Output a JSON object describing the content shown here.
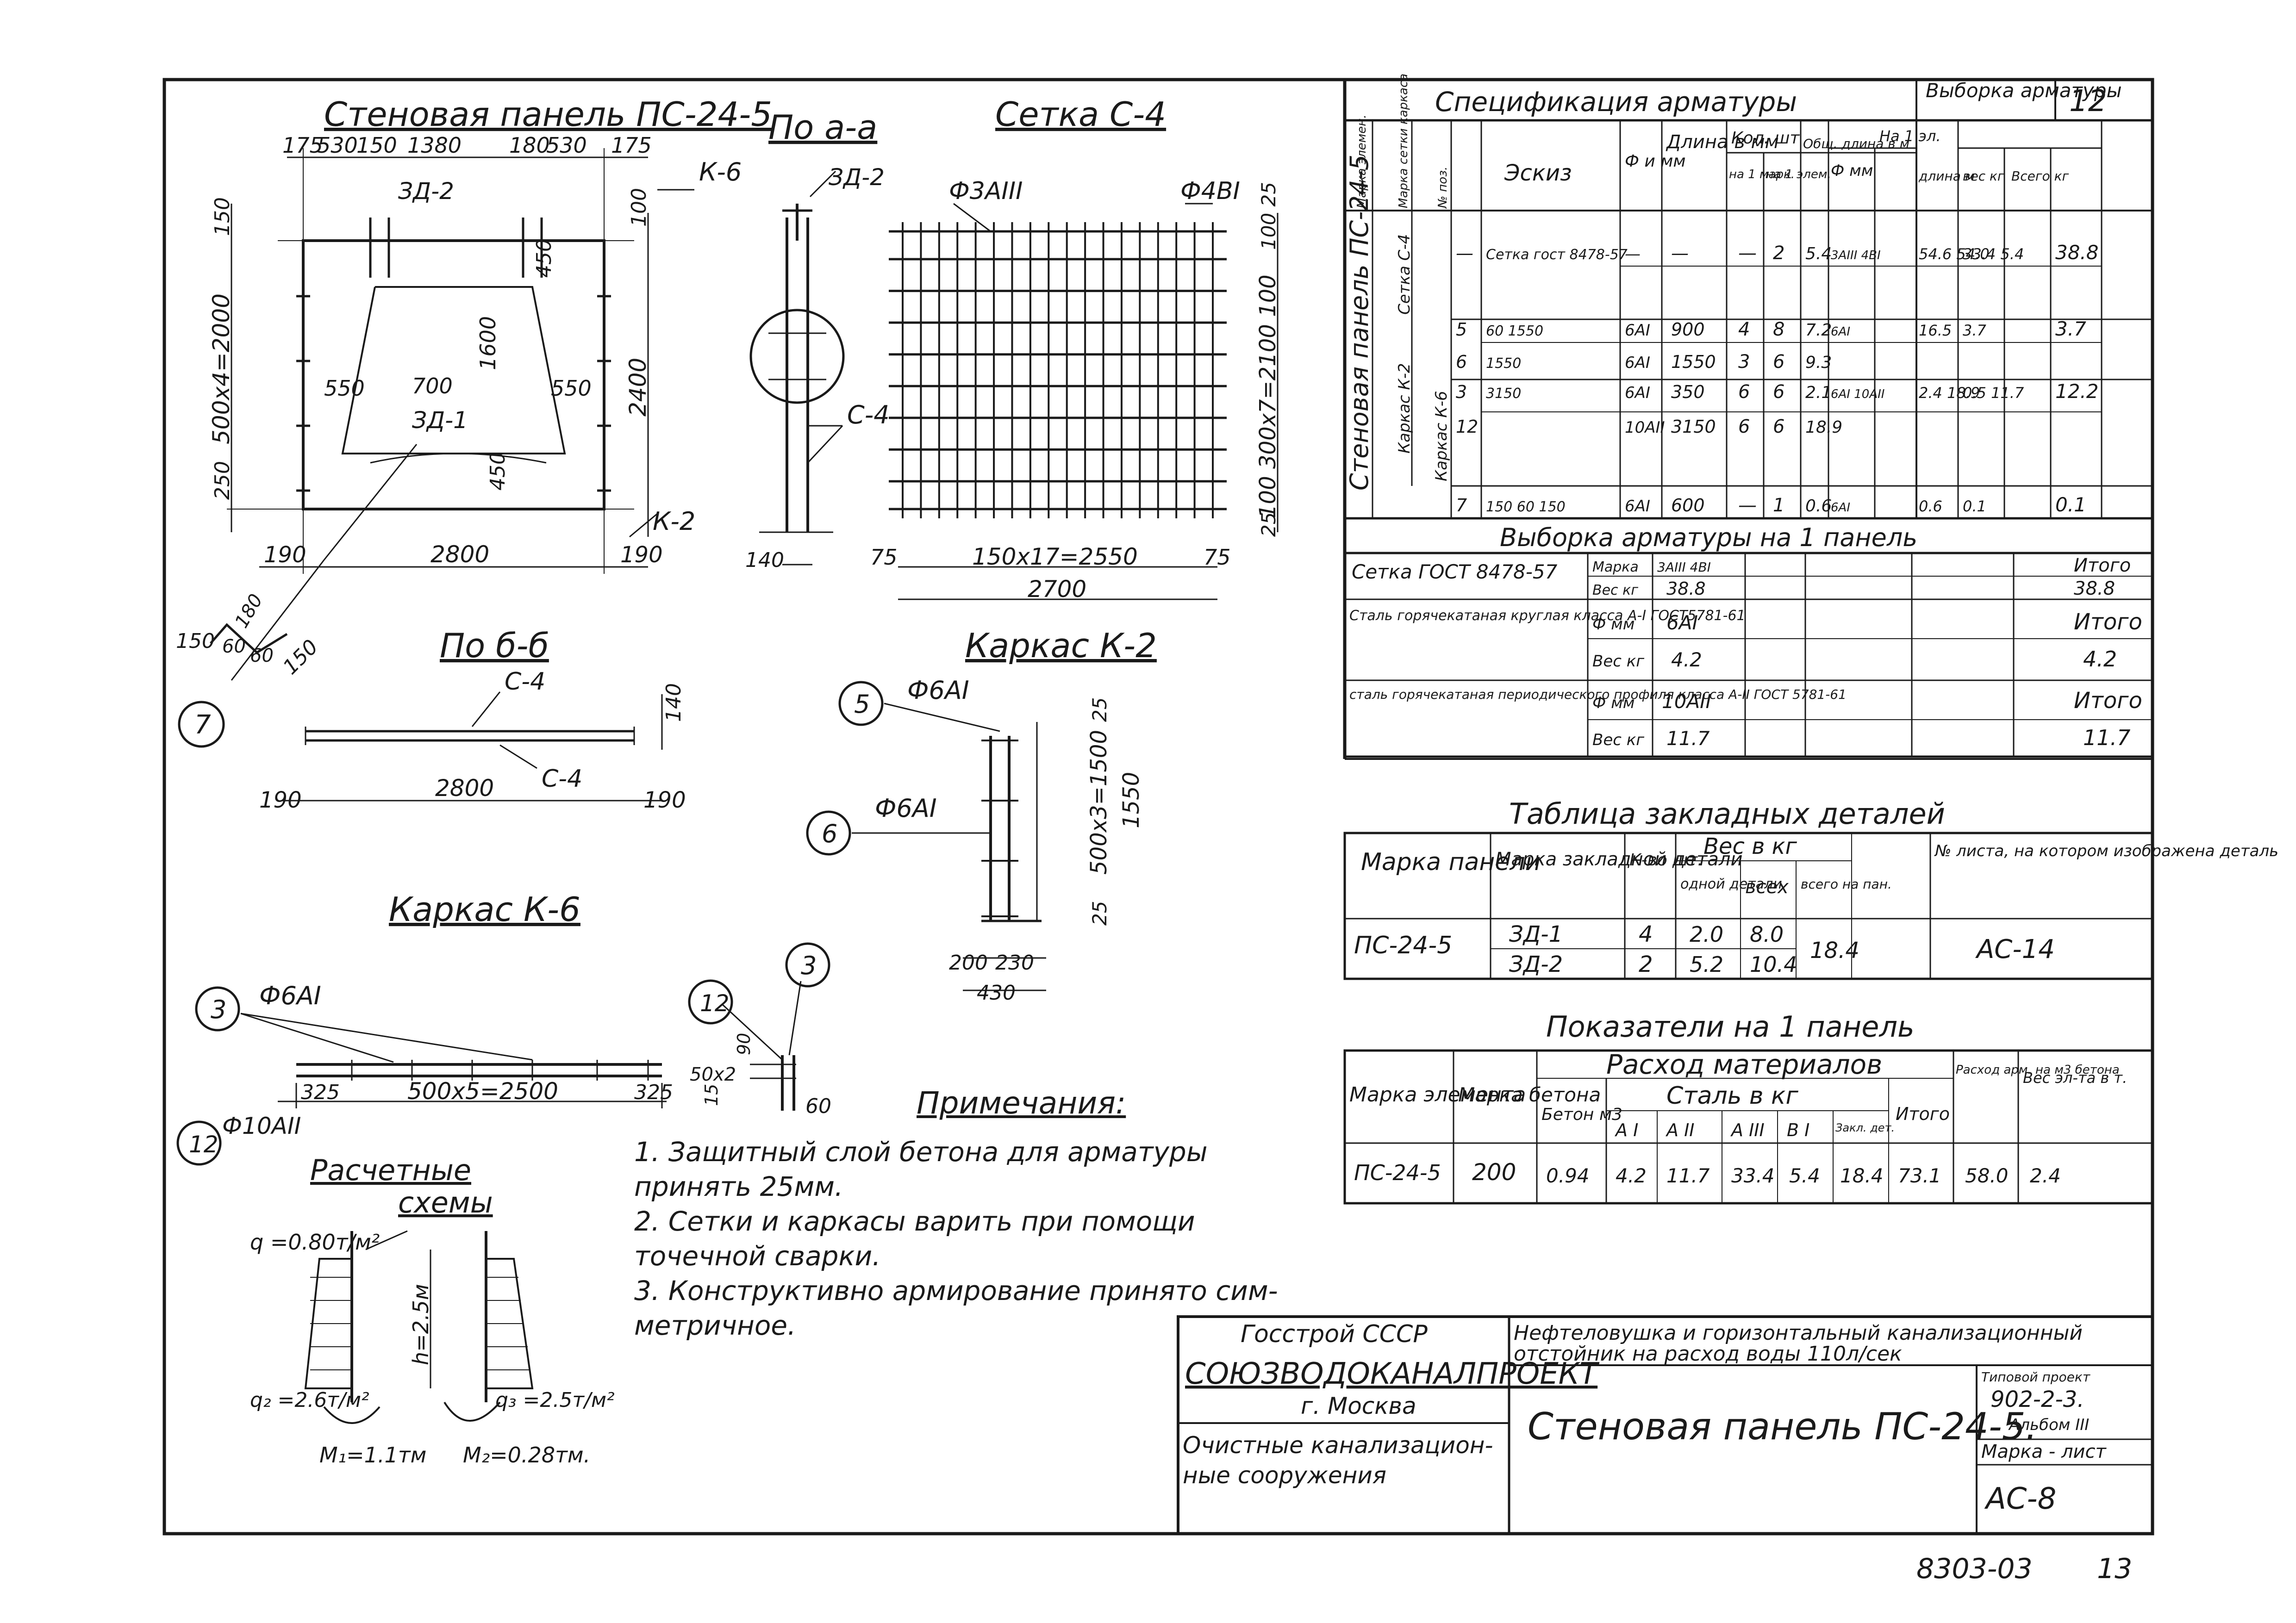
{
  "panel_view": {
    "title": "Стеновая панель ПС-24-5",
    "top_dims": [
      "175",
      "530",
      "150",
      "1380",
      "180",
      "530",
      "175"
    ],
    "labels": {
      "zd2": "ЗД-2",
      "k6": "К-6",
      "zd1": "ЗД-1",
      "k2": "К-2"
    },
    "inner_dims": {
      "d450a": "450",
      "d1600": "1600",
      "d550l": "550",
      "d700": "700",
      "d550r": "550",
      "d450b": "450"
    },
    "left_dims": {
      "d150": "150",
      "d500x4": "500х4=2000",
      "d250": "250"
    },
    "right_dims": {
      "d100": "100",
      "d2400": "2400"
    },
    "bottom_dims": {
      "d190l": "190",
      "d2800": "2800",
      "d190r": "190"
    },
    "hook_dims": {
      "a": "150",
      "b": "180",
      "c": "60",
      "d": "60",
      "e": "150"
    },
    "mark7": "7"
  },
  "section_aa": {
    "title": "По а-а",
    "zd2": "ЗД-2",
    "c4": "С-4",
    "d140": "140"
  },
  "mesh_c4": {
    "title": "Сетка С-4",
    "bar_left": "Ф3АIII",
    "bar_right": "Ф4ВI",
    "right_top": "100 25",
    "right_mid": "100 300х7=2100 100",
    "right_bot": "25",
    "d75l": "75",
    "d150x17": "150х17=2550",
    "d75r": "75",
    "d2700": "2700"
  },
  "section_bb": {
    "title": "По б-б",
    "c4a": "С-4",
    "c4b": "С-4",
    "d140": "140",
    "d190l": "190",
    "d2800": "2800",
    "d190r": "190"
  },
  "frame_k2": {
    "title": "Каркас К-2",
    "m5": "5",
    "m6": "6",
    "bar5": "Ф6АI",
    "bar6": "Ф6АI",
    "d25t": "25",
    "d500x3": "500х3=1500",
    "d1550": "1550",
    "d25b": "25",
    "d200": "200",
    "d230": "230",
    "d430": "430"
  },
  "frame_k6": {
    "title": "Каркас К-6",
    "m3": "3",
    "m12": "12",
    "bar3": "Ф6АI",
    "bar12": "Ф10АII",
    "d325l": "325",
    "d500x5": "500х5=2500",
    "d325r": "325",
    "m12b": "12",
    "m3b": "3",
    "d50x2": "50х2",
    "d90": "90",
    "d15": "15",
    "d60": "60"
  },
  "calc": {
    "title_a": "Расчетные",
    "title_b": "схемы",
    "q": "q =0.80т/м²",
    "h": "h=2.5м",
    "q2": "q₂ =2.6т/м²",
    "q3": "q₃ =2.5т/м²",
    "m1": "M₁=1.1тм",
    "m2": "M₂=0.28тм."
  },
  "notes": {
    "heading": "Примечания:",
    "lines": [
      "1. Защитный слой бетона для арматуры",
      "принять 25мм.",
      "2. Сетки и каркасы варить при помощи",
      "точечной сварки.",
      "3. Конструктивно армирование принято сим-",
      "метричное."
    ]
  },
  "spec": {
    "title": "Спецификация арматуры",
    "viborka_title": "Выборка арматуры",
    "viborka_num": "12",
    "headers": {
      "c1": "Марка элемен.",
      "c2": "Марка сетки каркаса",
      "c3": "№ поз.",
      "eskiz": "Эскиз",
      "phi": "Ф и мм",
      "len": "Длина в мм",
      "kol": "Кол. шт",
      "kol1": "на 1 марк.",
      "kol2": "на 1 элем.",
      "obsh": "Общ. длина в м",
      "vphi": "Ф мм",
      "na1": "На 1 эл.",
      "dlina": "длина м",
      "ves": "вес кг",
      "vsego": "Всего кг"
    },
    "elem": "Стеновая панель ПС-24-5",
    "grp1": "Сетка С-4",
    "grp2": "Каркас К-2",
    "grp3": "Каркас К-6",
    "rows": [
      {
        "pos": "—",
        "sketch": "Сетка гост 8478-57",
        "phi": "—",
        "len": "—",
        "k1": "—",
        "k2": "2",
        "obsh": "5.4",
        "vphi": "3АIII 4ВI",
        "dl": "54.6 54.0",
        "ves": "33.4 5.4",
        "vsego": "38.8"
      },
      {
        "pos": "5",
        "sketch": "60 1550",
        "phi": "6АI",
        "len": "900",
        "k1": "4",
        "k2": "8",
        "obsh": "7.2",
        "vphi": "6АI",
        "dl": "16.5",
        "ves": "3.7",
        "vsego": "3.7"
      },
      {
        "pos": "6",
        "sketch": "1550",
        "phi": "6АI",
        "len": "1550",
        "k1": "3",
        "k2": "6",
        "obsh": "9.3",
        "vphi": "",
        "dl": "",
        "ves": "",
        "vsego": ""
      },
      {
        "pos": "3",
        "sketch": "3150",
        "phi": "6АI",
        "len": "350",
        "k1": "6",
        "k2": "6",
        "obsh": "2.1",
        "vphi": "6АI 10АII",
        "dl": "2.4 18.9",
        "ves": "0.5 11.7",
        "vsego": "12.2"
      },
      {
        "pos": "12",
        "sketch": "",
        "phi": "10АII",
        "len": "3150",
        "k1": "6",
        "k2": "6",
        "obsh": "18.9",
        "vphi": "",
        "dl": "",
        "ves": "",
        "vsego": ""
      },
      {
        "pos": "7",
        "sketch": "150 60 150",
        "phi": "6АI",
        "len": "600",
        "k1": "—",
        "k2": "1",
        "obsh": "0.6",
        "vphi": "6АI",
        "dl": "0.6",
        "ves": "0.1",
        "vsego": "0.1"
      }
    ]
  },
  "viborka": {
    "title": "Выборка арматуры на 1 панель",
    "r1": {
      "name": "Сетка ГОСТ 8478-57",
      "k1": "Марка",
      "v1": "3АIII 4ВI",
      "k2": "Вес кг",
      "v2": "38.8",
      "itogo": "Итого",
      "total": "38.8"
    },
    "r2": {
      "name": "Сталь горячекатаная круглая класса А-I ГОСТ5781-61",
      "k1": "Ф мм",
      "v1": "6АI",
      "k2": "Вес кг",
      "v2": "4.2",
      "itogo": "Итого",
      "total": "4.2"
    },
    "r3": {
      "name": "сталь горячекатаная периодического профиля класса А-II ГОСТ 5781-61",
      "k1": "Ф мм",
      "v1": "10АII",
      "k2": "Вес кг",
      "v2": "11.7",
      "itogo": "Итого",
      "total": "11.7"
    }
  },
  "zakladnye": {
    "title": "Таблица закладных деталей",
    "h_mark": "Марка панели",
    "h_mdet": "Марка закладной детали",
    "h_kvo": "К-во шт.",
    "h_ves": "Вес в кг",
    "h_odna": "одной детали",
    "h_vseh": "всех",
    "h_vsego": "всего на пан.",
    "h_list": "№ листа, на котором изображена деталь",
    "panel": "ПС-24-5",
    "rows": [
      {
        "det": "ЗД-1",
        "k": "4",
        "one": "2.0",
        "all": "8.0"
      },
      {
        "det": "ЗД-2",
        "k": "2",
        "one": "5.2",
        "all": "10.4"
      }
    ],
    "total": "18.4",
    "list": "АС-14"
  },
  "pokazateli": {
    "title": "Показатели на 1 панель",
    "h_mark": "Марка элемента",
    "h_beton": "Марка бетона",
    "h_rashod": "Расход материалов",
    "h_bm3": "Бетон м3",
    "h_stal": "Сталь в кг",
    "h_ai": "А I",
    "h_aii": "А II",
    "h_aiii": "А III",
    "h_bi": "В I",
    "h_zakl": "Закл. дет.",
    "h_itogo": "Итого",
    "h_rashod_arm": "Расход арм. на м3 бетона",
    "h_ves": "Вес эл-та в т.",
    "row": {
      "mark": "ПС-24-5",
      "beton": "200",
      "bm3": "0.94",
      "ai": "4.2",
      "aii": "11.7",
      "aiii": "33.4",
      "bi": "5.4",
      "zakl": "18.4",
      "itogo": "73.1",
      "rarm": "58.0",
      "ves": "2.4"
    }
  },
  "title_block": {
    "org1": "Госстрой СССР",
    "org2": "СОЮЗВОДОКАНАЛПРОЕКТ",
    "org3": "г. Москва",
    "project_a": "Нефтеловушка и горизонтальный канализационный",
    "project_b": "отстойник на расход воды 110л/сек",
    "section_a": "Очистные канализацион-",
    "section_b": "ные сооружения",
    "sheet_title": "Стеновая панель ПС-24-5.",
    "tp": "Типовой проект",
    "tp_num": "902-2-3.",
    "album": "Альбом III",
    "mark_list": "Марка - лист",
    "sheet_no": "АС-8"
  },
  "footer": {
    "code": "8303-03",
    "page": "13"
  }
}
